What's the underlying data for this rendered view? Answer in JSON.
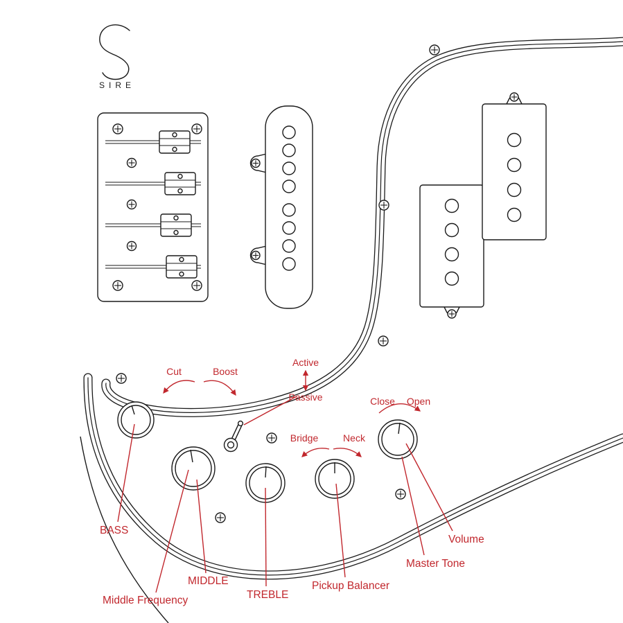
{
  "brand": {
    "logo_text": "SIRE"
  },
  "annotations": {
    "cut": "Cut",
    "boost": "Boost",
    "active": "Active",
    "passive": "Passive",
    "bridge": "Bridge",
    "neck": "Neck",
    "close": "Close",
    "open": "Open"
  },
  "labels": {
    "bass": "BASS",
    "middle": "MIDDLE",
    "middle_frequency": "Middle Frequency",
    "treble": "TREBLE",
    "pickup_balancer": "Pickup Balancer",
    "master_tone": "Master Tone",
    "volume": "Volume"
  },
  "colors": {
    "line": "#1a1a1a",
    "annotation": "#c1272d",
    "background": "#ffffff"
  }
}
